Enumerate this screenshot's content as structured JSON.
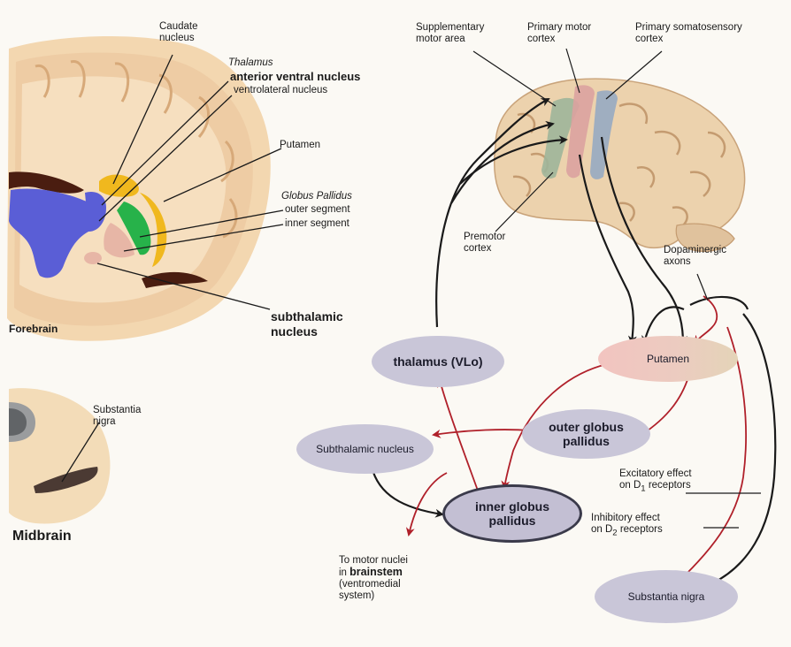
{
  "labels": {
    "caudate": "Caudate\nnucleus",
    "thalamus_heading": "Thalamus",
    "anterior_ventral": "anterior ventral nucleus",
    "ventrolateral": "ventrolateral nucleus",
    "putamen": "Putamen",
    "globus_pallidus_heading": "Globus Pallidus",
    "outer_segment": "outer segment",
    "inner_segment": "inner segment",
    "subthalamic_big": "subthalamic\nnucleus",
    "forebrain": "Forebrain",
    "substantia_nigra_mid": "Substantia\nnigra",
    "midbrain": "Midbrain",
    "supplementary_motor": "Supplementary\nmotor area",
    "primary_motor": "Primary motor\ncortex",
    "primary_somatosensory": "Primary somatosensory\ncortex",
    "premotor": "Premotor\ncortex",
    "dopaminergic": "Dopaminergic\naxons",
    "excitatory": "Excitatory effect\non D",
    "excitatory_sub": "1",
    "excitatory_tail": " receptors",
    "inhibitory": "Inhibitory effect\non D",
    "inhibitory_sub": "2",
    "inhibitory_tail": " receptors",
    "to_motor_1": "To motor nuclei\nin ",
    "to_motor_bold": "brainstem",
    "to_motor_2": "(ventromedial\nsystem)"
  },
  "nodes": {
    "thalamus_vlo": "thalamus (VLo)",
    "putamen": "Putamen",
    "outer_gp": "outer globus\npallidus",
    "subthalamic": "Subthalamic nucleus",
    "inner_gp": "inner globus\npallidus",
    "substantia_nigra": "Substantia nigra"
  },
  "colors": {
    "excitatory_arrow": "#1a1a1a",
    "inhibitory_arrow": "#b0202a",
    "node_fill": "#c9c6d8",
    "caudate": "#f0b81e",
    "putamen_green": "#27b24a",
    "thalamus_blue": "#5a5ed6"
  }
}
